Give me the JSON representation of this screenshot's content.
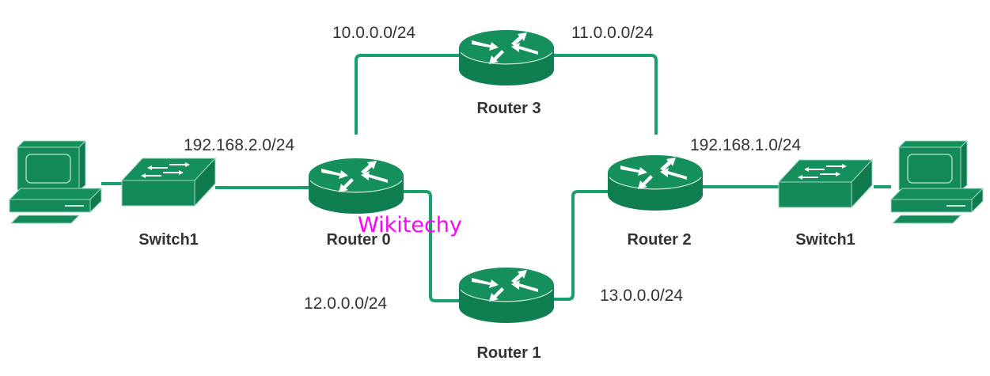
{
  "diagram": {
    "title": "Network topology with four routers",
    "colors": {
      "device": "#148a5a",
      "device_dark": "#0f7a4e",
      "link": "#1aa06d",
      "text": "#333333",
      "watermark": "#ff00ff"
    },
    "devices": {
      "pc_left": {
        "type": "computer-icon"
      },
      "switch_left": {
        "type": "switch-icon",
        "label": "Switch1"
      },
      "router0": {
        "type": "router-icon",
        "label": "Router 0"
      },
      "router1": {
        "type": "router-icon",
        "label": "Router 1"
      },
      "router2": {
        "type": "router-icon",
        "label": "Router 2"
      },
      "router3": {
        "type": "router-icon",
        "label": "Router 3"
      },
      "switch_right": {
        "type": "switch-icon",
        "label": "Switch1"
      },
      "pc_right": {
        "type": "computer-icon"
      }
    },
    "subnets": {
      "left_lan": "192.168.2.0/24",
      "right_lan": "192.168.1.0/24",
      "r0_r3": "10.0.0.0/24",
      "r3_r2": "11.0.0.0/24",
      "r0_r1": "12.0.0.0/24",
      "r1_r2": "13.0.0.0/24"
    },
    "links": [
      {
        "from": "pc_left",
        "to": "switch_left"
      },
      {
        "from": "switch_left",
        "to": "router0",
        "subnet": "192.168.2.0/24"
      },
      {
        "from": "router0",
        "to": "router3",
        "subnet": "10.0.0.0/24"
      },
      {
        "from": "router3",
        "to": "router2",
        "subnet": "11.0.0.0/24"
      },
      {
        "from": "router0",
        "to": "router1",
        "subnet": "12.0.0.0/24"
      },
      {
        "from": "router1",
        "to": "router2",
        "subnet": "13.0.0.0/24"
      },
      {
        "from": "router2",
        "to": "switch_right",
        "subnet": "192.168.1.0/24"
      },
      {
        "from": "switch_right",
        "to": "pc_right"
      }
    ],
    "watermark": "Wikitechy"
  }
}
